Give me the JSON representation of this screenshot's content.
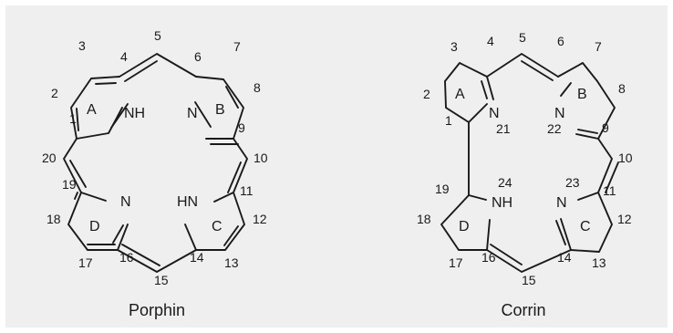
{
  "porphin": {
    "caption": "Porphin",
    "numbers": {
      "n1": "1",
      "n2": "2",
      "n3": "3",
      "n4": "4",
      "n5": "5",
      "n6": "6",
      "n7": "7",
      "n8": "8",
      "n9": "9",
      "n10": "10",
      "n11": "11",
      "n12": "12",
      "n13": "13",
      "n14": "14",
      "n15": "15",
      "n16": "16",
      "n17": "17",
      "n18": "18",
      "n19": "19",
      "n20": "20"
    },
    "rings": {
      "a": "A",
      "b": "B",
      "c": "C",
      "d": "D"
    },
    "atoms": {
      "nh_a": "NH",
      "n_b": "N",
      "hn_c": "HN",
      "n_d": "N"
    }
  },
  "corrin": {
    "caption": "Corrin",
    "numbers": {
      "n1": "1",
      "n2": "2",
      "n3": "3",
      "n4": "4",
      "n5": "5",
      "n6": "6",
      "n7": "7",
      "n8": "8",
      "n9": "9",
      "n10": "10",
      "n11": "11",
      "n12": "12",
      "n13": "13",
      "n14": "14",
      "n15": "15",
      "n16": "16",
      "n17": "17",
      "n18": "18",
      "n19": "19",
      "n21": "21",
      "n22": "22",
      "n23": "23",
      "n24": "24"
    },
    "rings": {
      "a": "A",
      "b": "B",
      "c": "C",
      "d": "D"
    },
    "atoms": {
      "n_a": "N",
      "n_b": "N",
      "nh_d": "NH",
      "n_c": "N"
    }
  }
}
